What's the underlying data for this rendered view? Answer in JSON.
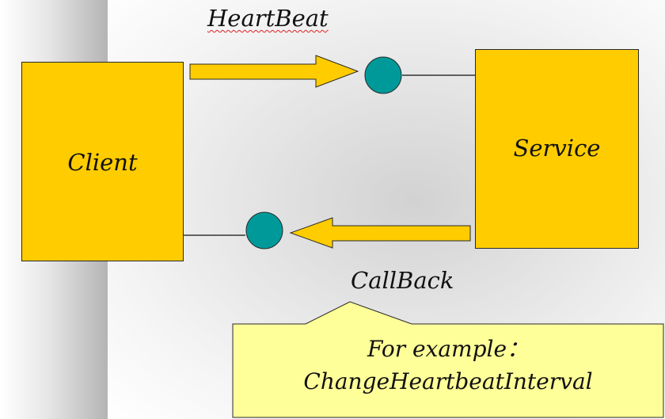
{
  "diagram": {
    "client_label": "Client",
    "service_label": "Service",
    "heartbeat_label": "HeartBeat",
    "callback_label": "CallBack",
    "callout": {
      "line1": "For example：",
      "line2": "ChangeHeartbeatInterval"
    }
  },
  "colors": {
    "box_fill": "#ffcc00",
    "node_fill": "#009999",
    "callout_fill": "#ffff99"
  }
}
